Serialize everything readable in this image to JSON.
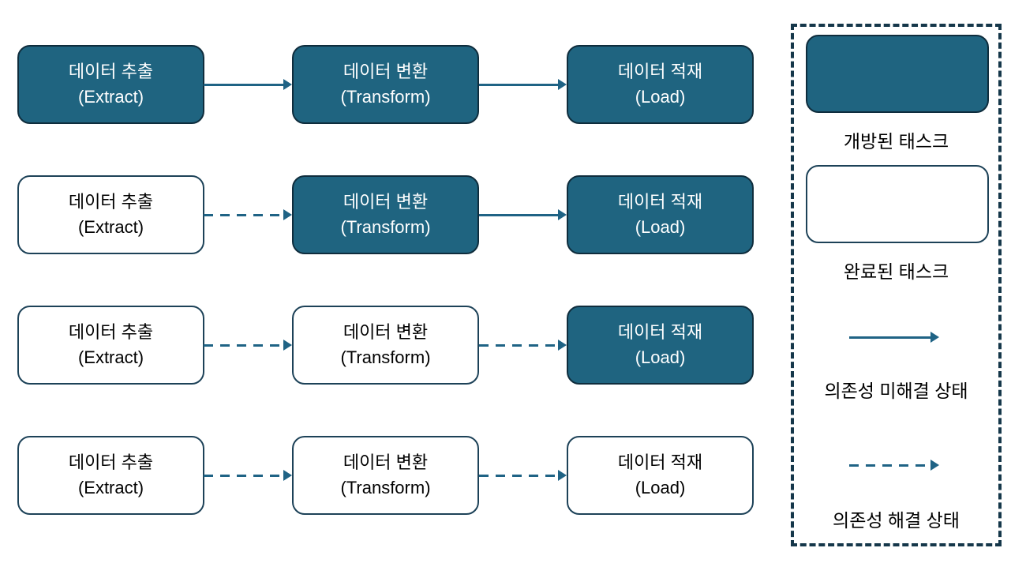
{
  "colors": {
    "fill": "#1F6480",
    "fillBorder": "#0F2D3D",
    "outline": "#1D4258",
    "arrow": "#1F6385",
    "legendBorder": "#15374A",
    "textOnFill": "#FFFFFF",
    "textOnWhite": "#000000"
  },
  "pipeline": {
    "rows": [
      {
        "tasks": [
          {
            "ko": "데이터 추출",
            "en": "(Extract)",
            "state": "open"
          },
          {
            "ko": "데이터 변환",
            "en": "(Transform)",
            "state": "open"
          },
          {
            "ko": "데이터 적재",
            "en": "(Load)",
            "state": "open"
          }
        ],
        "arrows": [
          "solid",
          "solid"
        ]
      },
      {
        "tasks": [
          {
            "ko": "데이터 추출",
            "en": "(Extract)",
            "state": "done"
          },
          {
            "ko": "데이터 변환",
            "en": "(Transform)",
            "state": "open"
          },
          {
            "ko": "데이터 적재",
            "en": "(Load)",
            "state": "open"
          }
        ],
        "arrows": [
          "dashed",
          "solid"
        ]
      },
      {
        "tasks": [
          {
            "ko": "데이터 추출",
            "en": "(Extract)",
            "state": "done"
          },
          {
            "ko": "데이터 변환",
            "en": "(Transform)",
            "state": "done"
          },
          {
            "ko": "데이터 적재",
            "en": "(Load)",
            "state": "open"
          }
        ],
        "arrows": [
          "dashed",
          "dashed"
        ]
      },
      {
        "tasks": [
          {
            "ko": "데이터 추출",
            "en": "(Extract)",
            "state": "done"
          },
          {
            "ko": "데이터 변환",
            "en": "(Transform)",
            "state": "done"
          },
          {
            "ko": "데이터 적재",
            "en": "(Load)",
            "state": "done"
          }
        ],
        "arrows": [
          "dashed",
          "dashed"
        ]
      }
    ]
  },
  "legend": {
    "items": [
      {
        "type": "box-filled",
        "label": "개방된 태스크"
      },
      {
        "type": "box-outline",
        "label": "완료된 태스크"
      },
      {
        "type": "arrow-solid",
        "label": "의존성 미해결 상태"
      },
      {
        "type": "arrow-dashed",
        "label": "의존성 해결 상태"
      }
    ]
  }
}
